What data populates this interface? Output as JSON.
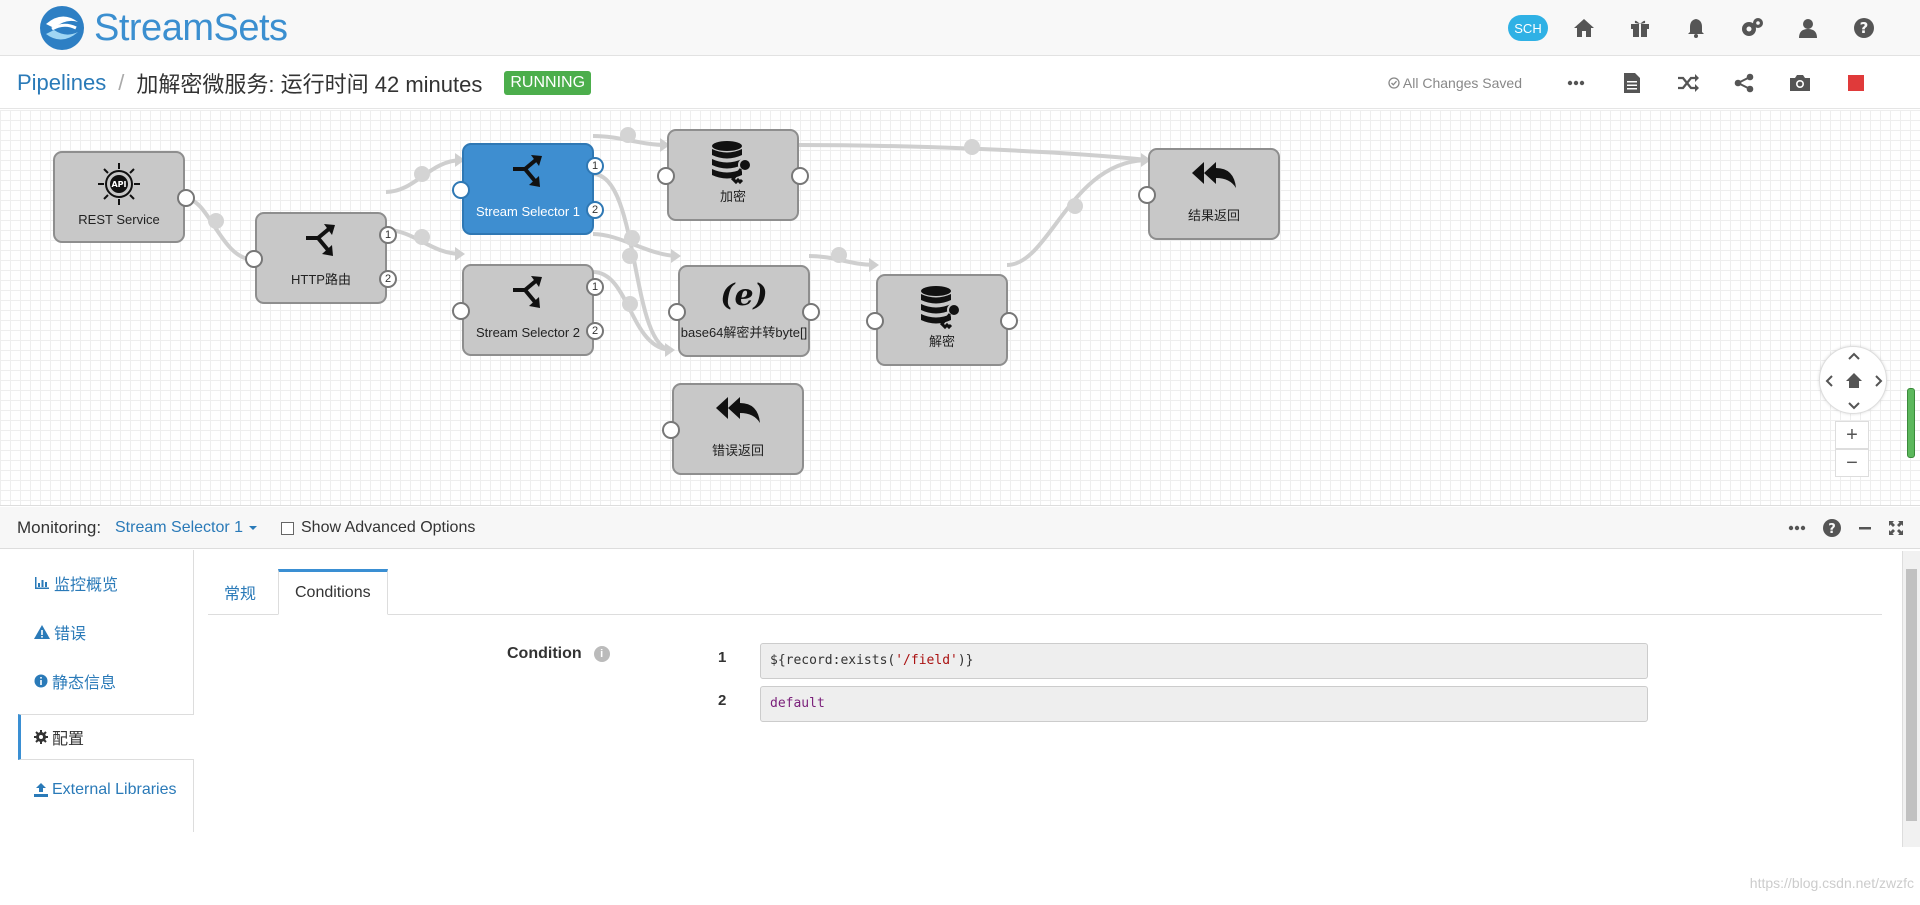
{
  "app": {
    "brand": "StreamSets",
    "sch_badge": "SCH"
  },
  "breadcrumb": {
    "root": "Pipelines",
    "separator": "/",
    "title": "加解密微服务:  运行时间  42 minutes",
    "status": "RUNNING"
  },
  "toolbar": {
    "saved_text": "All Changes Saved"
  },
  "nodes": {
    "rest": "REST Service",
    "http": "HTTP路由",
    "ss1": "Stream Selector 1",
    "ss2": "Stream Selector 2",
    "encrypt": "加密",
    "base64": "base64解密并转byte[]",
    "decrypt": "解密",
    "result": "结果返回",
    "error": "错误返回"
  },
  "ports": {
    "one": "1",
    "two": "2"
  },
  "monitoring": {
    "label": "Monitoring:",
    "stage": "Stream Selector 1",
    "advanced": "Show Advanced Options"
  },
  "sidebar": {
    "items": [
      {
        "label": "监控概览",
        "icon": "bar-chart-icon"
      },
      {
        "label": "错误",
        "icon": "warning-icon"
      },
      {
        "label": "静态信息",
        "icon": "info-icon"
      },
      {
        "label": "配置",
        "icon": "gear-icon"
      },
      {
        "label": "External Libraries",
        "icon": "upload-icon"
      }
    ]
  },
  "tabs": [
    {
      "label": "常规"
    },
    {
      "label": "Conditions"
    }
  ],
  "conditions": {
    "label": "Condition",
    "rows": [
      {
        "num": "1",
        "prefix": "${record:exists(",
        "string": "'/field'",
        "suffix": ")}"
      },
      {
        "num": "2",
        "value": "default"
      }
    ]
  },
  "watermark": "https://blog.csdn.net/zwzfc"
}
